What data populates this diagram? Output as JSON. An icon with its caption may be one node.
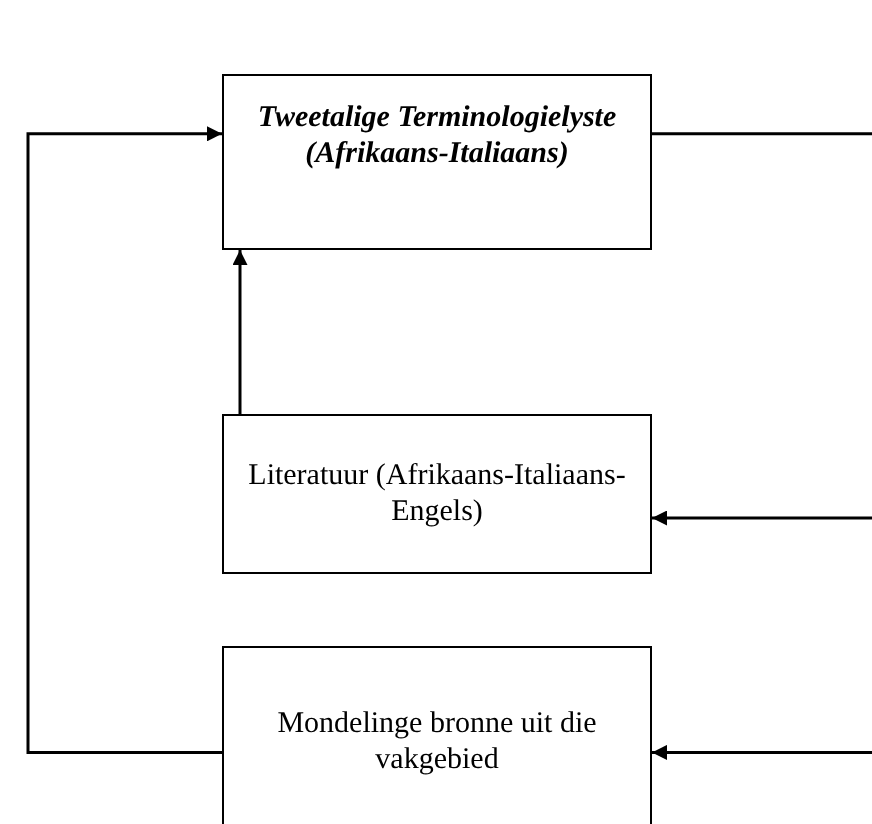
{
  "diagram": {
    "nodes": [
      {
        "text": [
          "Tweetalige Terminologielyste (Afrikaans-Italiaans)"
        ]
      },
      {
        "text": [
          "Literatuur (Afrikaans-Italiaans-Engels)"
        ]
      },
      {
        "text": [
          "Mondelinge bronne uit die vakgebied"
        ]
      }
    ],
    "edges": [
      {
        "from": 0,
        "to": null,
        "arrow": "none"
      },
      {
        "from": 1,
        "to": 0,
        "arrow": "to"
      },
      {
        "from": null,
        "to": 1,
        "arrow": "to"
      },
      {
        "from": null,
        "to": 2,
        "arrow": "to"
      },
      {
        "from": 2,
        "to": 0,
        "arrow": "to"
      }
    ]
  }
}
